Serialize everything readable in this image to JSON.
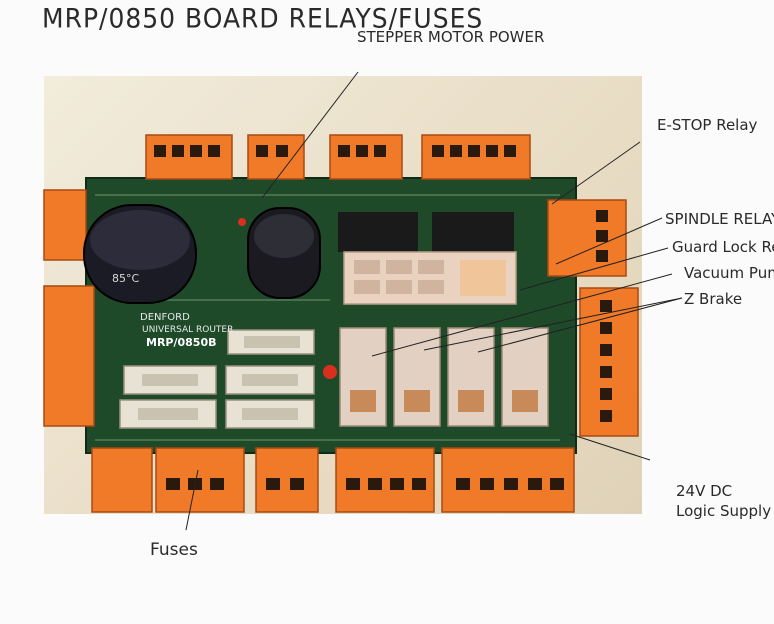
{
  "title": "MRP/0850 BOARD RELAYS/FUSES",
  "labels": {
    "stepper": "STEPPER MOTOR POWER",
    "estop": "E-STOP Relay",
    "spindle": "SPINDLE RELAY",
    "guard": "Guard Lock Re",
    "vacuum": "Vacuum Pum",
    "zbrake": "Z Brake",
    "logic1": "24V DC",
    "logic2": "Logic Supply",
    "fuses": "Fuses"
  },
  "board_text": {
    "brand1": "DENFORD",
    "brand2": "UNIVERSAL ROUTER",
    "model": "MRP/0850B",
    "cap": "85°C"
  }
}
